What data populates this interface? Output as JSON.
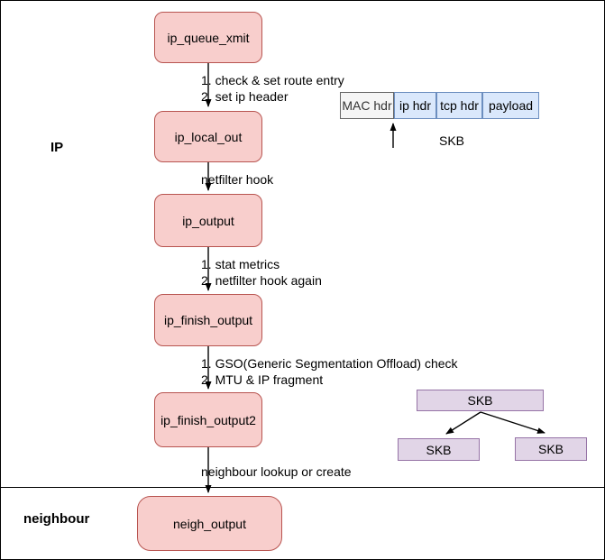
{
  "diagram": {
    "sections": {
      "ip": {
        "label": "IP"
      },
      "neighbour": {
        "label": "neighbour"
      }
    },
    "nodes": {
      "ip_queue_xmit": {
        "label": "ip_queue_xmit"
      },
      "ip_local_out": {
        "label": "ip_local_out"
      },
      "ip_output": {
        "label": "ip_output"
      },
      "ip_finish_output": {
        "label": "ip_finish_output"
      },
      "ip_finish_output2": {
        "label": "ip_finish_output2"
      },
      "neigh_output": {
        "label": "neigh_output"
      }
    },
    "edge_labels": {
      "queue_to_local": {
        "line1": "1. check & set route entry",
        "line2": "2. set ip header"
      },
      "local_to_output": {
        "line1": "netfilter hook"
      },
      "output_to_finish": {
        "line1": "1. stat metrics",
        "line2": "2. netfilter hook again"
      },
      "finish_to_finish2": {
        "line1": "1. GSO(Generic Segmentation Offload) check",
        "line2": "2. MTU & IP fragment"
      },
      "finish2_to_neigh": {
        "line1": "neighbour lookup or create"
      }
    },
    "skb_packet": {
      "segments": [
        "MAC hdr",
        "ip hdr",
        "tcp hdr",
        "payload"
      ],
      "caption": "SKB"
    },
    "skb_tree": {
      "parent": "SKB",
      "child_left": "SKB",
      "child_right": "SKB"
    },
    "colors": {
      "node_fill": "#f8cecc",
      "node_stroke": "#b85450",
      "packet_fill": "#dae8fc",
      "packet_stroke": "#6c8ebf",
      "mac_hdr_fill": "#f5f5f5",
      "mac_hdr_stroke": "#666666",
      "skb_fill": "#e1d5e7",
      "skb_stroke": "#9673a6",
      "line": "#000000"
    }
  }
}
